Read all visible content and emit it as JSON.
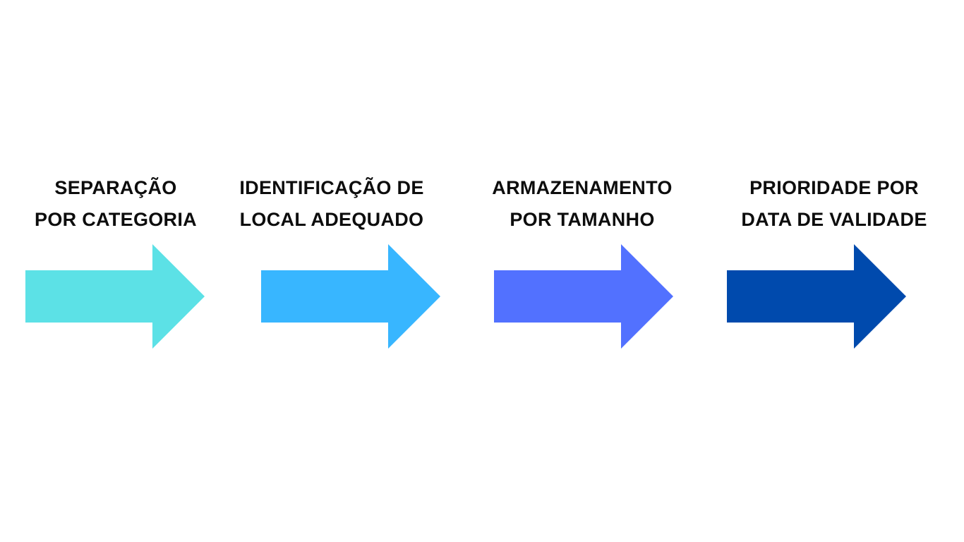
{
  "diagram": {
    "background_color": "#ffffff",
    "text_color": "#0d0d0d",
    "steps": [
      {
        "line1": "SEPARAÇÃO",
        "line2": "POR CATEGORIA",
        "arrow_color": "#5ce1e6"
      },
      {
        "line1": "IDENTIFICAÇÃO DE",
        "line2": "LOCAL ADEQUADO",
        "arrow_color": "#38b6ff"
      },
      {
        "line1": "ARMAZENAMENTO",
        "line2": "POR TAMANHO",
        "arrow_color": "#5271ff"
      },
      {
        "line1": "PRIORIDADE POR",
        "line2": "DATA DE VALIDADE",
        "arrow_color": "#004aad"
      }
    ]
  }
}
